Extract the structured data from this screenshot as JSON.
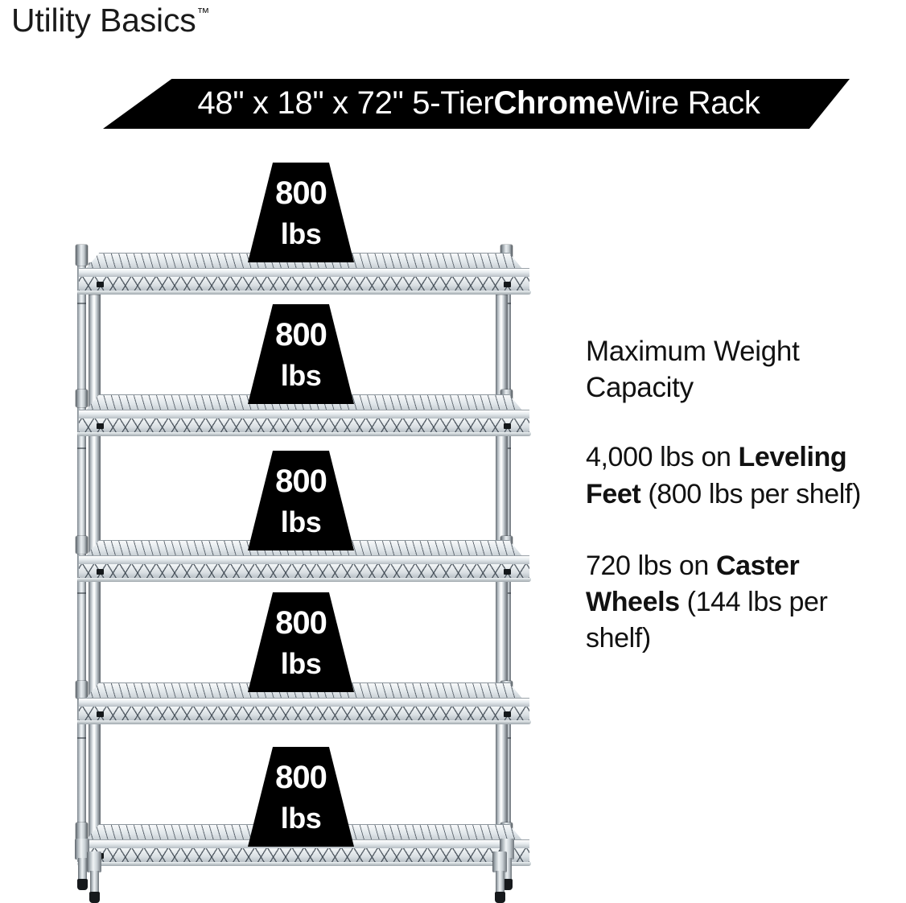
{
  "brand": {
    "name": "Utility Basics",
    "trademark": "™"
  },
  "banner": {
    "text_prefix": "48\" x 18\" x 72\" 5-Tier ",
    "text_bold": "Chrome",
    "text_suffix": " Wire Rack",
    "background_color": "#000000",
    "text_color": "#FFFFFF"
  },
  "capacity": {
    "heading": "Maximum Weight Capacity",
    "paragraphs": [
      {
        "lead": "4,000 lbs on ",
        "bold": "Leveling Feet",
        "tail": " (800 lbs per shelf)"
      },
      {
        "lead": "720 lbs on ",
        "bold": "Caster Wheels",
        "tail": " (144 lbs per shelf)"
      }
    ]
  },
  "product": {
    "type": "5-tier chrome wire shelving rack",
    "finish_color": "#D8DEE2",
    "shelf_count": 5,
    "badge_color": "#000000",
    "badges": [
      {
        "number": "800",
        "unit": "lbs"
      },
      {
        "number": "800",
        "unit": "lbs"
      },
      {
        "number": "800",
        "unit": "lbs"
      },
      {
        "number": "800",
        "unit": "lbs"
      },
      {
        "number": "800",
        "unit": "lbs"
      }
    ],
    "feet_label": "leveling feet"
  }
}
